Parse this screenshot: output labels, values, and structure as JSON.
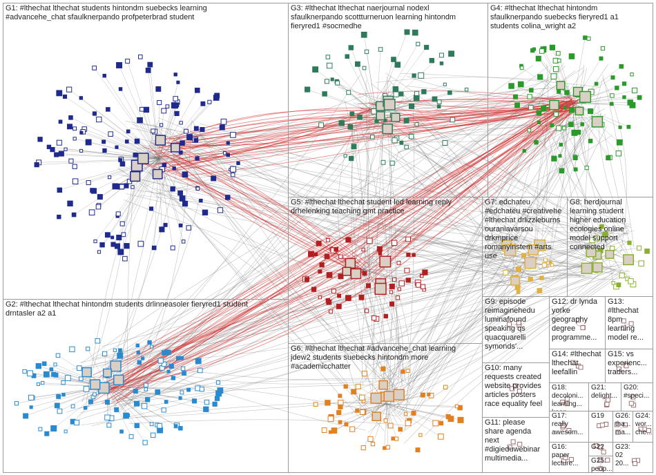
{
  "colors": {
    "edge_gray": "#7a7a7a",
    "edge_red": "#d42a2a",
    "group_border": "#9a9a9a",
    "background": "#ffffff"
  },
  "groups": [
    {
      "id": "G1",
      "label": "G1: #lthechat lthechat students hintondm suebecks learning\n#advancehe_chat sfaulknerpando profpeterbrad student",
      "node_color": "#1f2a8c"
    },
    {
      "id": "G3",
      "label": "G3: #lthechat lthechat naerjournal nodexl\nsfaulknerpando scottturneruon learning hintondm\nfieryred1 #socmedhe",
      "node_color": "#2e7a5a"
    },
    {
      "id": "G4",
      "label": "G4: #lthechat lthechat hintondm\nsfaulknerpando suebecks fieryred1 a1\nstudents colina_wright a2",
      "node_color": "#2a9a2a"
    },
    {
      "id": "G5",
      "label": "G5: #lthechat lthechat student led learning reply\ndrhelenking teaching gmt practice",
      "node_color": "#b02020"
    },
    {
      "id": "G7",
      "label": "G7: edchateu\n#edchateu #creativehe\n#lthechat drlizzieburns\nouraniavarsou\ndrkmprice\nromanyinstem #arts\nuse",
      "node_color": "#e0b040"
    },
    {
      "id": "G8",
      "label": "G8: herdjournal\nlearning student\nhigher education\necologies online\nmodel support\nconnected",
      "node_color": "#8ab030"
    },
    {
      "id": "G2",
      "label": "G2: #lthechat lthechat hintondm students drlinneasoler fieryred1 student\ndrntasler a2 a1",
      "node_color": "#2a8ad0"
    },
    {
      "id": "G9",
      "label": "G9: episode\nreimaginehedu\nluminafound\nspeaking qs\nquacquarelli\nsymonds'...",
      "node_color": "#a06a8a"
    },
    {
      "id": "G12",
      "label": "G12: dr lynda\nyorke\ngeography\ndegree\nprogramme...",
      "node_color": "#c07070"
    },
    {
      "id": "G13",
      "label": "G13:\n#lthechat\n8pm\nlearning\nmodel re...",
      "node_color": "#c07070"
    },
    {
      "id": "G14",
      "label": "G14: #lthechat\nlthechat\nleefallin",
      "node_color": "#c07070"
    },
    {
      "id": "G15",
      "label": "G15: vs\nexperienc...\ntraders...",
      "node_color": "#c07070"
    },
    {
      "id": "G6",
      "label": "G6: #lthechat lthechat #advancehe_chat learning\njdew2 students suebecks hintondm more\n#academicchatter",
      "node_color": "#e08020"
    },
    {
      "id": "G10",
      "label": "G10: many\nrequests created\nwebsite provides\narticles posters\nrace equality feel",
      "node_color": "#c07070"
    },
    {
      "id": "G18",
      "label": "G18:\ndecoloni...\nlearning...\nkeep...",
      "node_color": "#c07070"
    },
    {
      "id": "G21",
      "label": "G21:\ndelight...",
      "node_color": "#c07070"
    },
    {
      "id": "G20",
      "label": "G20:\n#speci...",
      "node_color": "#c07070"
    },
    {
      "id": "G17",
      "label": "G17:\nreally\nawesom...",
      "node_color": "#c07070"
    },
    {
      "id": "G19",
      "label": "G19",
      "node_color": "#c07070"
    },
    {
      "id": "G26",
      "label": "G26:\ntha...\nma...",
      "node_color": "#c07070"
    },
    {
      "id": "G24",
      "label": "G24:\nwor...\nche...",
      "node_color": "#c07070"
    },
    {
      "id": "G11",
      "label": "G11: please\nshare agenda\nnext\n#digieduwebinar\nmultimedia...",
      "node_color": "#c07070"
    },
    {
      "id": "G16",
      "label": "G16:\npaper\nlecture...",
      "node_color": "#c07070"
    },
    {
      "id": "G22",
      "label": "G22",
      "node_color": "#c07070"
    },
    {
      "id": "G25",
      "label": "G25:\npeop...",
      "node_color": "#c07070"
    },
    {
      "id": "G23",
      "label": "G23:\n02\n20...",
      "node_color": "#c07070"
    }
  ]
}
